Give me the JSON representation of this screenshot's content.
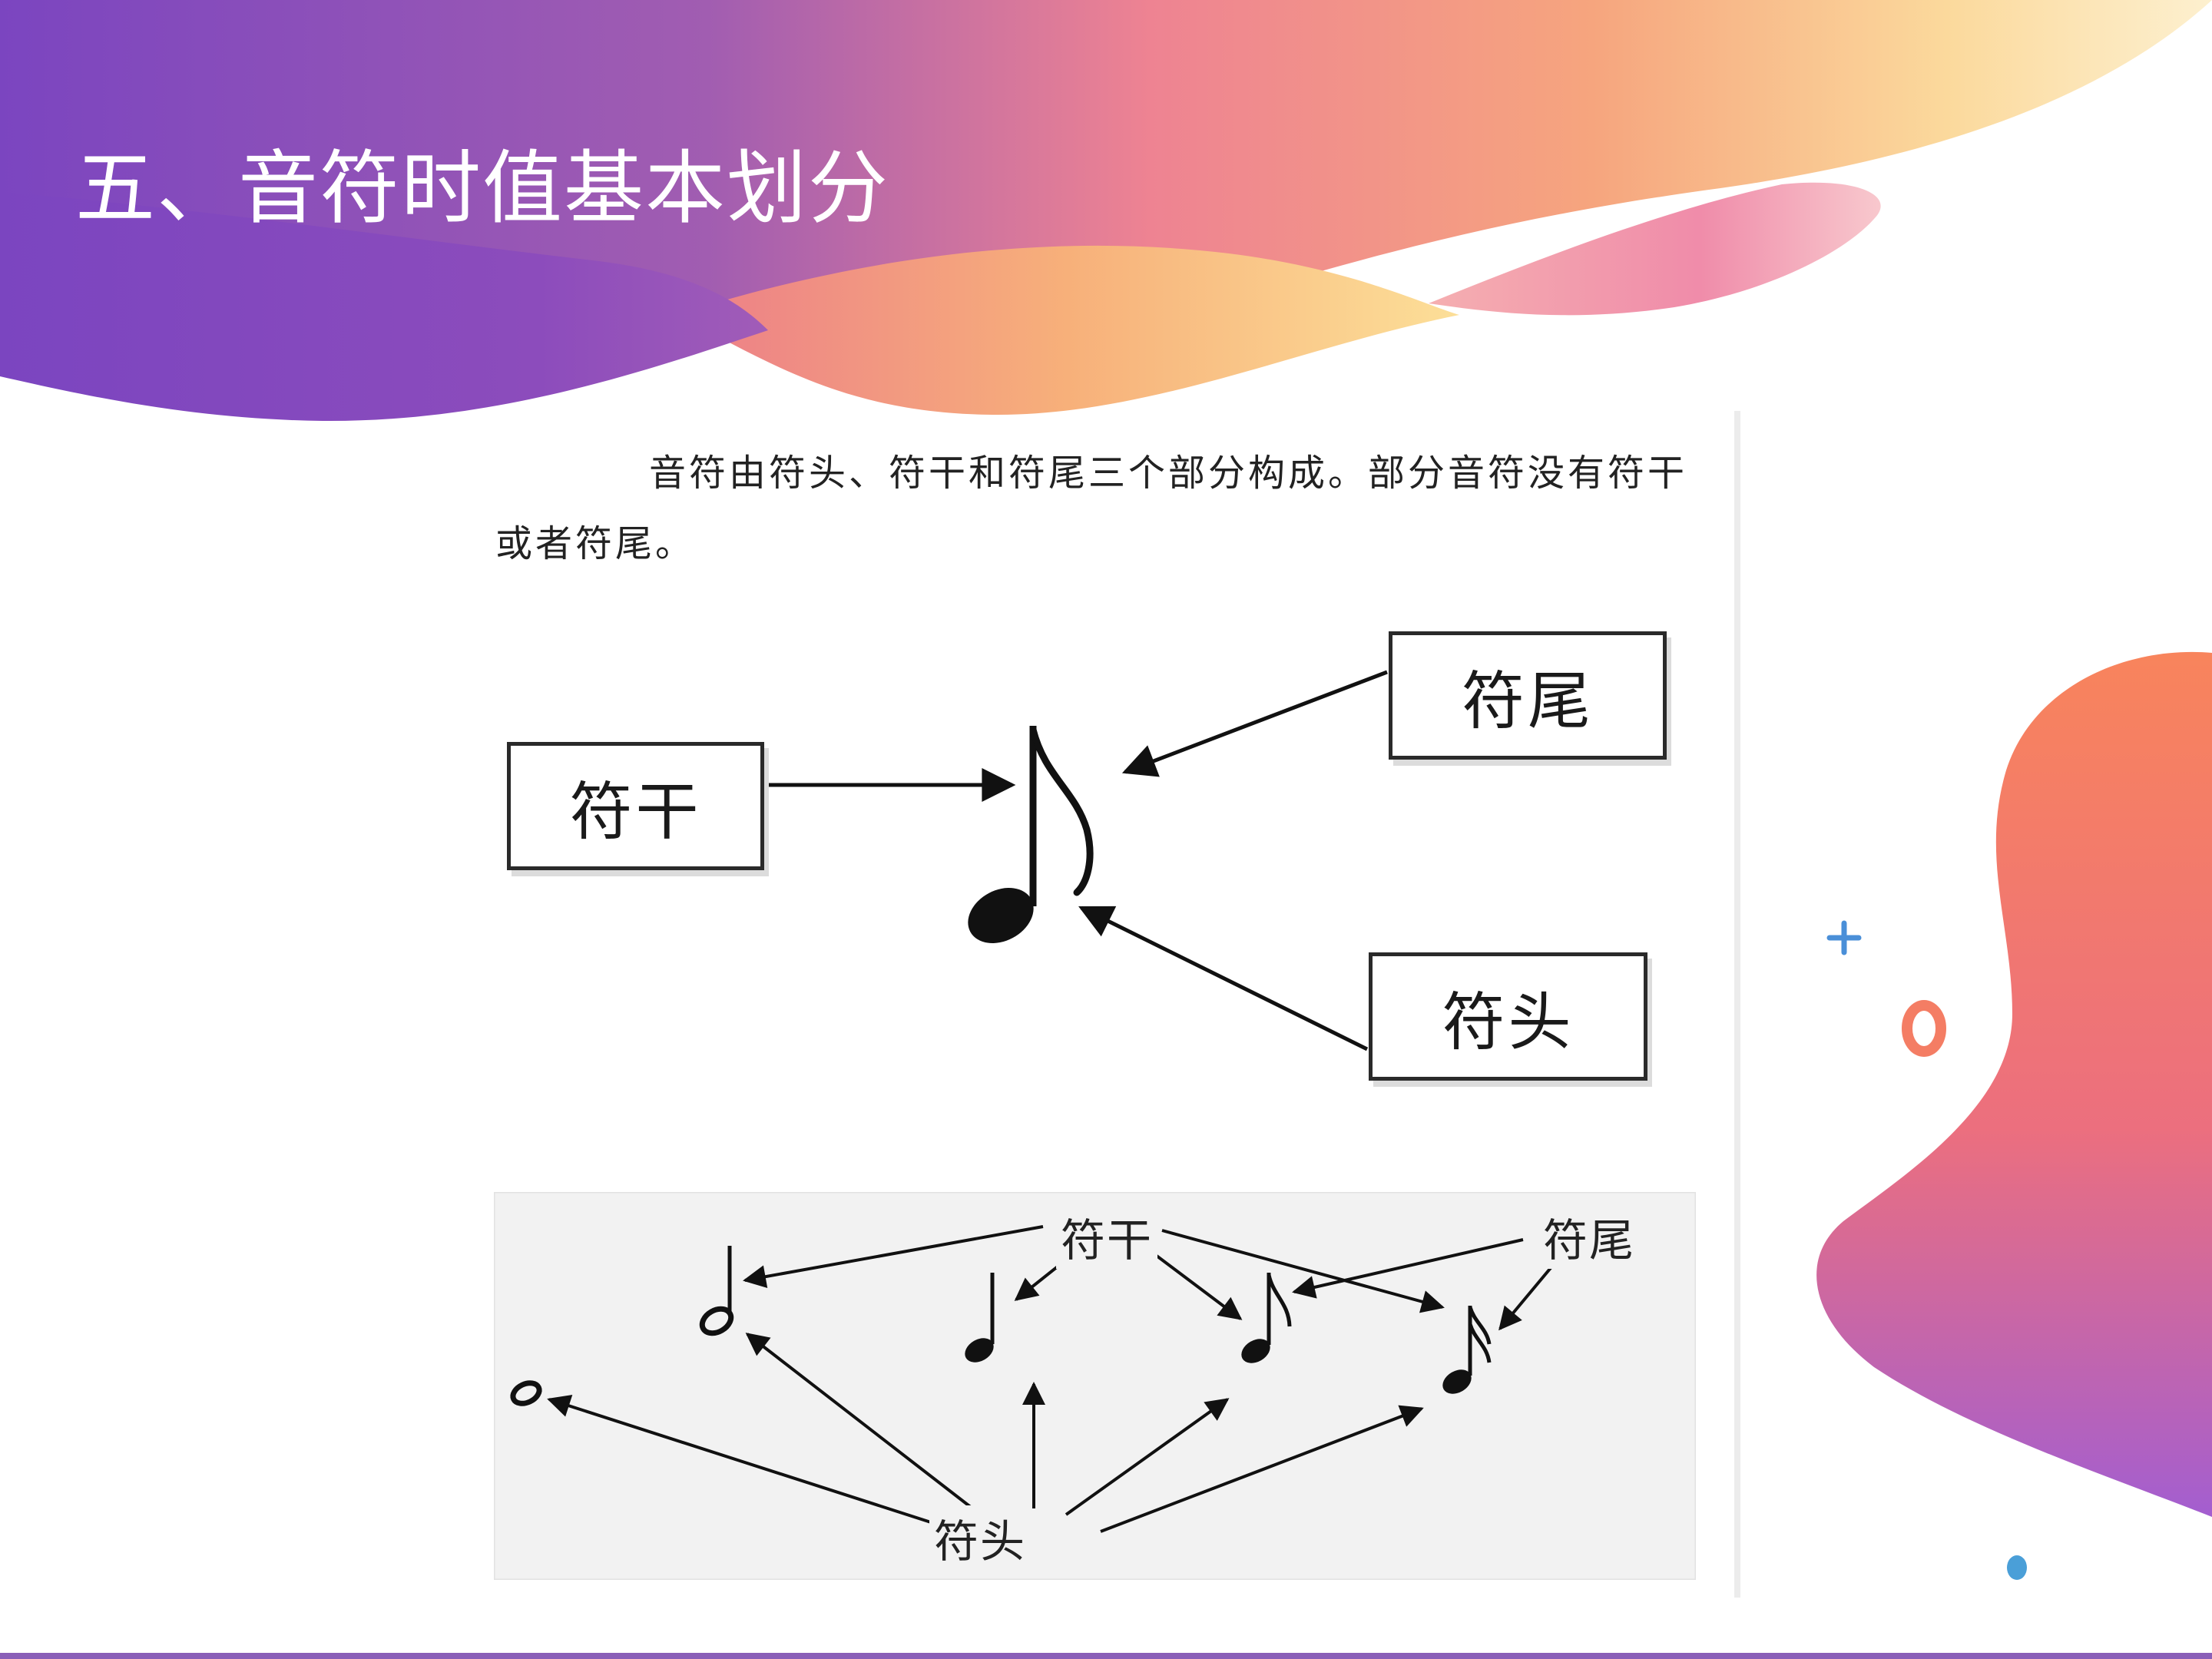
{
  "slide": {
    "title": "五、音符时值基本划分"
  },
  "intro": {
    "text": "音符由符头、符干和符尾三个部分构成。部分音符没有符干或者符尾。"
  },
  "top_diagram": {
    "stem_label": "符干",
    "flag_label": "符尾",
    "head_label": "符头"
  },
  "bottom_diagram": {
    "stem_label": "符干",
    "flag_label": "符尾",
    "head_label": "符头"
  },
  "decor": {
    "colors": {
      "purple": "#7b45c0",
      "pink": "#ee7fa0",
      "peach": "#f6a77a",
      "yellow": "#fbe3a3",
      "orange": "#f8845c",
      "blue": "#4a9fd8"
    }
  }
}
